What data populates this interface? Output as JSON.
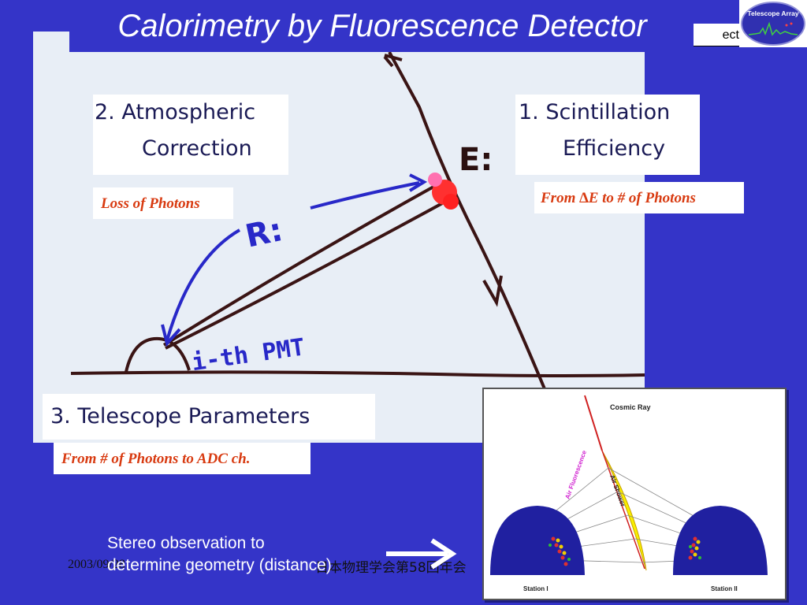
{
  "slide": {
    "title": "Calorimetry by Fluorescence Detector",
    "header_fragment": "ect",
    "logo_text": "Telescope Array"
  },
  "sketch": {
    "energy_label": "E:",
    "distance_label": "R:",
    "pmt_label": "i-th PMT"
  },
  "labels": {
    "atmospheric": [
      "2. Atmospheric",
      "Correction"
    ],
    "scintillation": [
      "1. Scintillation",
      "Efficiency"
    ],
    "telescope": "3. Telescope Parameters"
  },
  "notes": {
    "loss": "Loss of Photons",
    "from_e": "From ∆E  to # of Photons",
    "to_adc": "From # of Photons to ADC ch."
  },
  "diagram": {
    "cosmic_ray": "Cosmic Ray",
    "air_fluorescence": "Air Fluorescence",
    "air_shower": "Air Shower",
    "station1": "Station I",
    "station2": "Station II"
  },
  "footer": {
    "stereo": [
      "Stereo observation to",
      "determine geometry (distance)"
    ],
    "date": "2003/09/28",
    "conference": "日本物理学会第58回年会"
  },
  "colors": {
    "background": "#3434c8",
    "ink": "#3a1414",
    "pen_blue": "#2828c8",
    "note_red": "#d83a10"
  }
}
